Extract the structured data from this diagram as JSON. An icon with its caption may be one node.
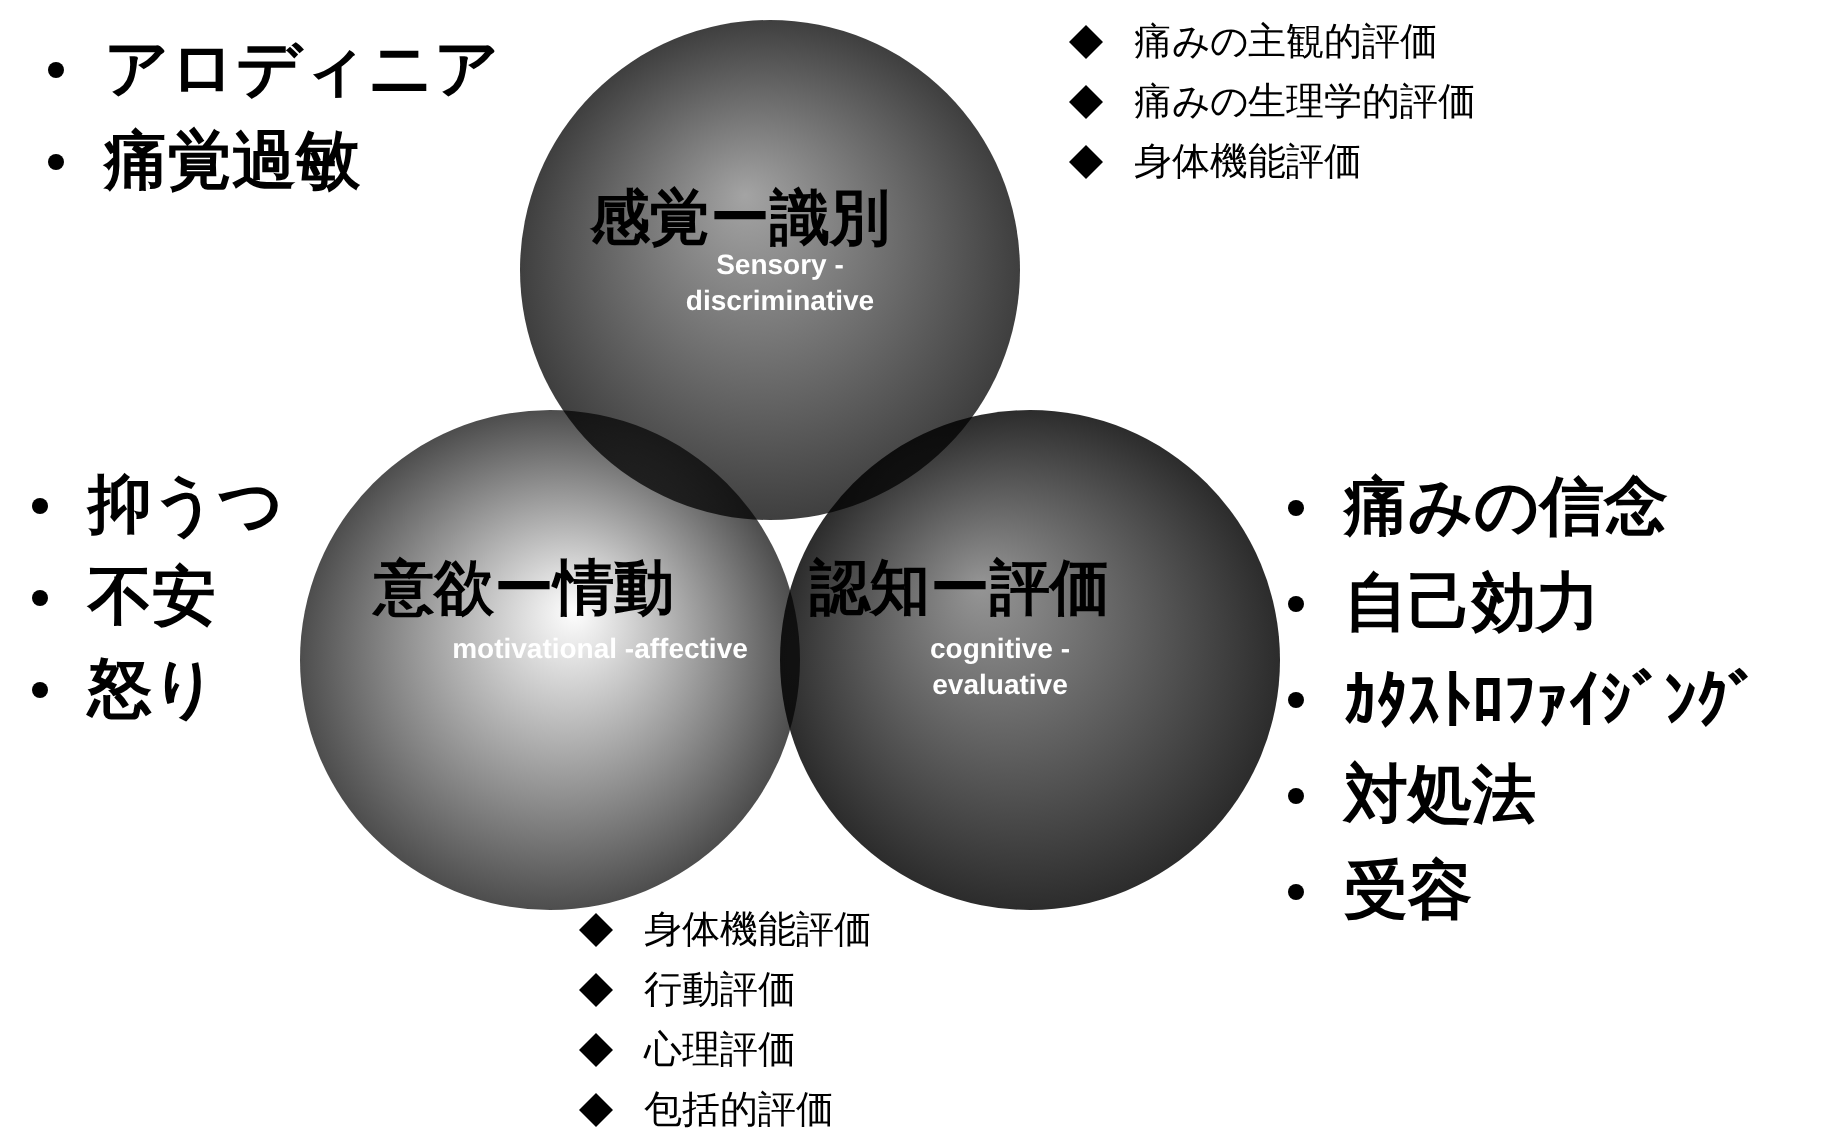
{
  "diagram": {
    "nodes": [
      {
        "text": [
          "感覚ー識別",
          "Sensory -discriminative"
        ]
      },
      {
        "text": [
          "意欲ー情動",
          "motivational -affective"
        ]
      },
      {
        "text": [
          "認知ー評価",
          "cognitive -evaluative"
        ]
      }
    ],
    "labels": [
      "アロディニア",
      "痛覚過敏",
      "痛みの主観的評価",
      "痛みの生理学的評価",
      "身体機能評価",
      "抑うつ",
      "不安",
      "怒り",
      "痛みの信念",
      "自己効力",
      "ｶﾀｽﾄﾛﾌｧｲｼﾞﾝｸﾞ",
      "対処法",
      "受容",
      "身体機能評価",
      "行動評価",
      "心理評価",
      "包括的評価"
    ]
  }
}
